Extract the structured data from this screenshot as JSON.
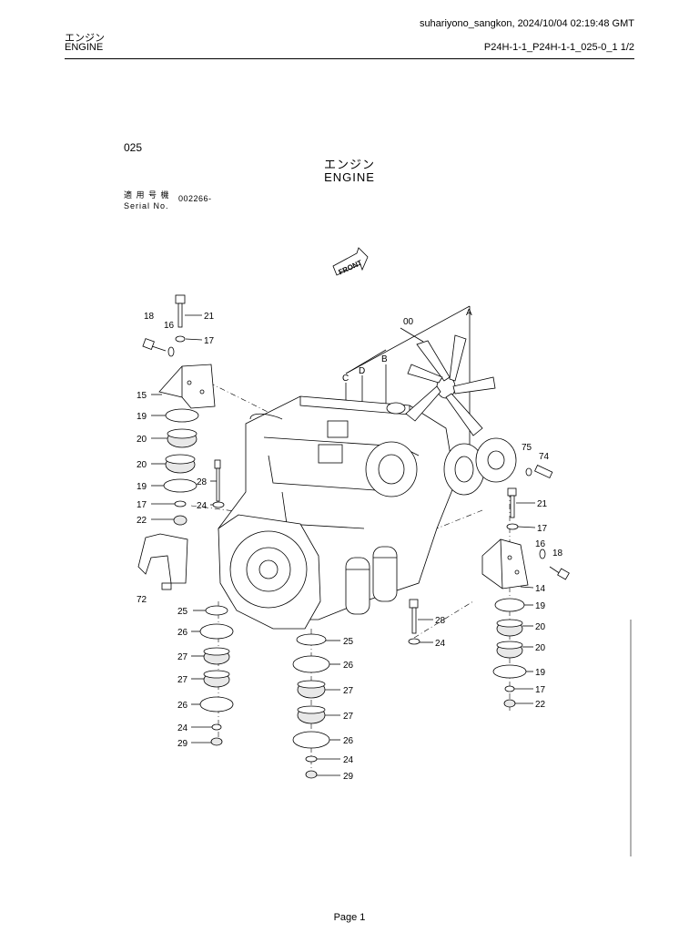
{
  "header": {
    "meta": "suhariyono_sangkon, 2024/10/04 02:19:48 GMT",
    "title_jp": "エンジン",
    "title_en": "ENGINE",
    "doc_id": "P24H-1-1_P24H-1-1_025-0_1  1/2"
  },
  "section": {
    "number": "025",
    "title_jp": "エンジン",
    "title_en": "ENGINE",
    "serial_label_jp": "適 用 号 機",
    "serial_label_en": "Serial No.",
    "serial_value": "002266-"
  },
  "diagram": {
    "front_label": "FRONT",
    "callouts": [
      {
        "id": "c21a",
        "text": "21"
      },
      {
        "id": "c18a",
        "text": "18"
      },
      {
        "id": "c16a",
        "text": "16"
      },
      {
        "id": "c17a",
        "text": "17"
      },
      {
        "id": "c15",
        "text": "15"
      },
      {
        "id": "c19a",
        "text": "19"
      },
      {
        "id": "c20a",
        "text": "20"
      },
      {
        "id": "c20b",
        "text": "20"
      },
      {
        "id": "c19b",
        "text": "19"
      },
      {
        "id": "c28a",
        "text": "28"
      },
      {
        "id": "c17b",
        "text": "17"
      },
      {
        "id": "c24a",
        "text": "24"
      },
      {
        "id": "c22a",
        "text": "22"
      },
      {
        "id": "c72",
        "text": "72"
      },
      {
        "id": "c25a",
        "text": "25"
      },
      {
        "id": "c26a",
        "text": "26"
      },
      {
        "id": "c27a",
        "text": "27"
      },
      {
        "id": "c27b",
        "text": "27"
      },
      {
        "id": "c26b",
        "text": "26"
      },
      {
        "id": "c24b",
        "text": "24"
      },
      {
        "id": "c29a",
        "text": "29"
      },
      {
        "id": "c00",
        "text": "00"
      },
      {
        "id": "cA",
        "text": "A"
      },
      {
        "id": "cB",
        "text": "B"
      },
      {
        "id": "cC",
        "text": "C"
      },
      {
        "id": "cD",
        "text": "D"
      },
      {
        "id": "c75",
        "text": "75"
      },
      {
        "id": "c74",
        "text": "74"
      },
      {
        "id": "c21b",
        "text": "21"
      },
      {
        "id": "c17c",
        "text": "17"
      },
      {
        "id": "c16b",
        "text": "16"
      },
      {
        "id": "c18b",
        "text": "18"
      },
      {
        "id": "c14",
        "text": "14"
      },
      {
        "id": "c19c",
        "text": "19"
      },
      {
        "id": "c20c",
        "text": "20"
      },
      {
        "id": "c20d",
        "text": "20"
      },
      {
        "id": "c19d",
        "text": "19"
      },
      {
        "id": "c17d",
        "text": "17"
      },
      {
        "id": "c22b",
        "text": "22"
      },
      {
        "id": "c28b",
        "text": "28"
      },
      {
        "id": "c24c",
        "text": "24"
      },
      {
        "id": "c25b",
        "text": "25"
      },
      {
        "id": "c26c",
        "text": "26"
      },
      {
        "id": "c27c",
        "text": "27"
      },
      {
        "id": "c27d",
        "text": "27"
      },
      {
        "id": "c26d",
        "text": "26"
      },
      {
        "id": "c24d",
        "text": "24"
      },
      {
        "id": "c29b",
        "text": "29"
      }
    ]
  },
  "footer": {
    "page": "Page 1"
  }
}
